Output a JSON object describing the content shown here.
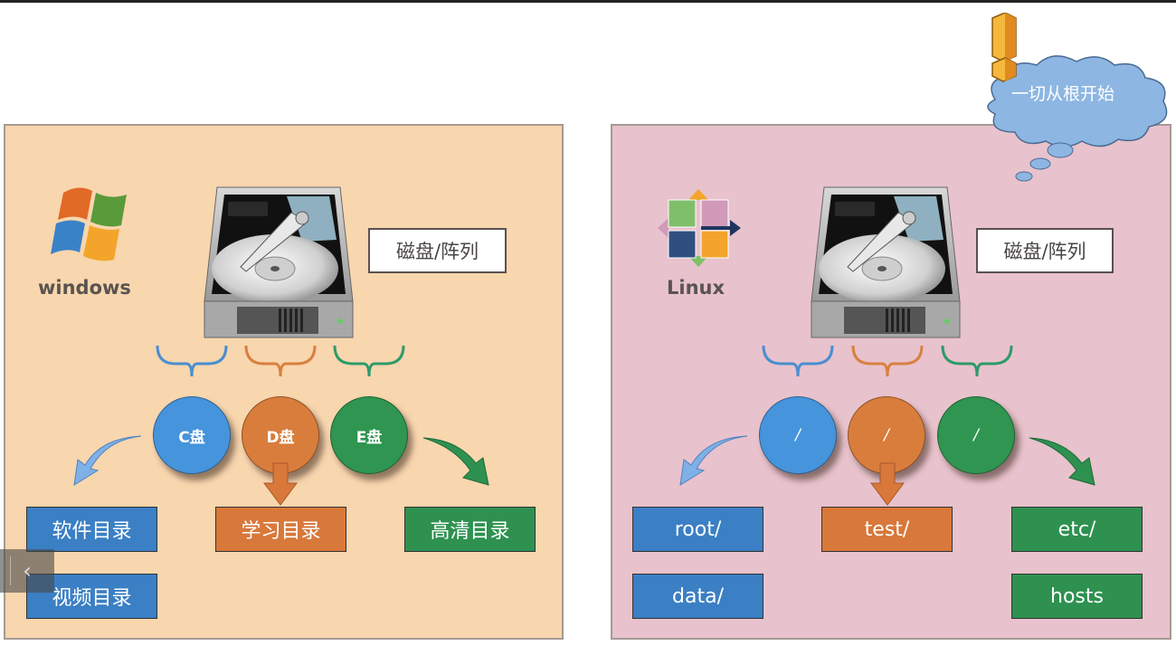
{
  "windows": {
    "os_label": "windows",
    "disk_label": "磁盘/阵列",
    "partitions": [
      {
        "label": "C盘",
        "color": "#4694dc"
      },
      {
        "label": "D盘",
        "color": "#d97d3c"
      },
      {
        "label": "E盘",
        "color": "#2f9551"
      }
    ],
    "directories": [
      {
        "label": "软件目录",
        "partition": "C盘"
      },
      {
        "label": "视频目录",
        "partition": "C盘"
      },
      {
        "label": "学习目录",
        "partition": "D盘"
      },
      {
        "label": "高清目录",
        "partition": "E盘"
      }
    ],
    "background": "#f8d6ae"
  },
  "linux": {
    "os_label": "Linux",
    "disk_label": "磁盘/阵列",
    "partitions": [
      {
        "label": "/",
        "color": "#4694dc"
      },
      {
        "label": "/",
        "color": "#d97d3c"
      },
      {
        "label": "/",
        "color": "#2f9551"
      }
    ],
    "directories": [
      {
        "label": "root/",
        "partition": "/"
      },
      {
        "label": "data/",
        "partition": "/"
      },
      {
        "label": "test/",
        "partition": "/"
      },
      {
        "label": "etc/",
        "partition": "/"
      },
      {
        "label": "hosts",
        "partition": "/"
      }
    ],
    "background": "#e8c2cc",
    "callout": "一切从根开始"
  },
  "gallery": {
    "prev_button": "‹"
  }
}
